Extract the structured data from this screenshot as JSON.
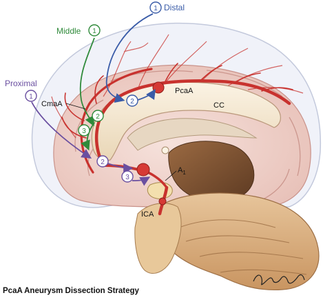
{
  "title": "PcaA Aneurysm Dissection Strategy",
  "approaches": {
    "distal": {
      "label": "Distal",
      "step": "1",
      "color": "#3a5ca8"
    },
    "middle": {
      "label": "Middle",
      "step": "1",
      "color": "#2f8a3a"
    },
    "proximal": {
      "label": "Proximal",
      "step": "1",
      "color": "#6a4fa0"
    }
  },
  "step_markers": {
    "distal_2": "2",
    "middle_2": "2",
    "middle_3": "3",
    "proximal_2": "2",
    "proximal_3": "3"
  },
  "labels": {
    "pcaa": "PcaA",
    "cc": "CC",
    "cmaa": "CmaA",
    "a1": "A",
    "a1_sub": "1",
    "ica": "ICA"
  },
  "colors": {
    "artery": "#c8322e",
    "brain_pink": "#f1d3cd",
    "corpus_callosum": "#f6ead6",
    "brainstem": "#7a5030",
    "cerebellum": "#d7ab7c",
    "skull_outline": "#cfd5e4"
  }
}
